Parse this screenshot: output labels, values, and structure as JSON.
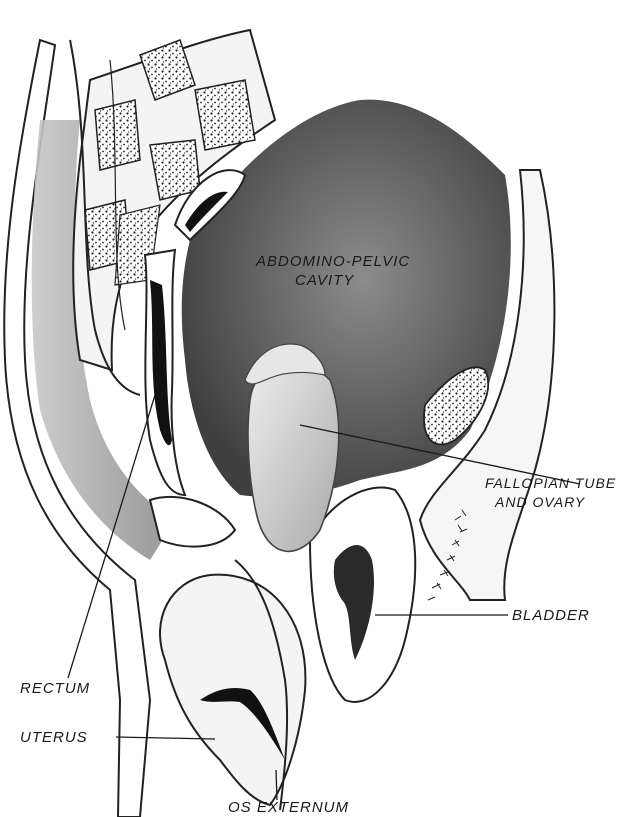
{
  "labels": {
    "abdomino_pelvic_1": "ABDOMINO-PELVIC",
    "abdomino_pelvic_2": "CAVITY",
    "fallopian_1": "FALLOPIAN TUBE",
    "fallopian_2": "AND OVARY",
    "rectum": "RECTUM",
    "bladder": "BLADDER",
    "uterus": "UTERUS",
    "os_externum": "OS EXTERNUM"
  }
}
